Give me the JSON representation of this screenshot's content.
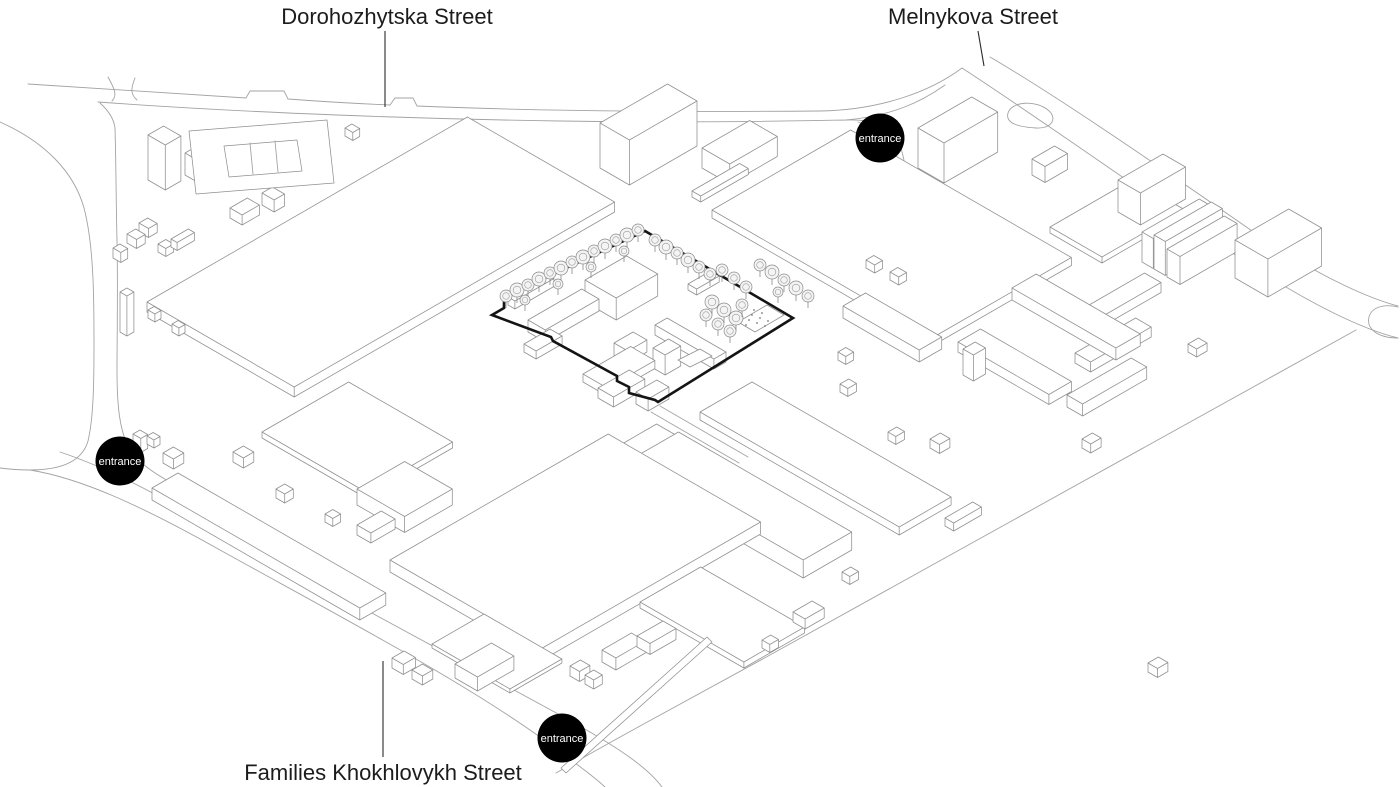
{
  "diagram": {
    "type": "axonometric-site-plan",
    "streets": {
      "dorohozhytska": "Dorohozhytska Street",
      "melnykova": "Melnykova Street",
      "khokhlovykh": "Families Khokhlovykh Street"
    },
    "entrances": [
      {
        "position": "north",
        "label": "entrance"
      },
      {
        "position": "west",
        "label": "entrance"
      },
      {
        "position": "south",
        "label": "entrance"
      }
    ],
    "colors": {
      "background": "#ffffff",
      "thin_line": "#8f8f8f",
      "road_line": "#a3a3a3",
      "site_outline": "#141414",
      "badge_background": "#000000",
      "badge_text": "#ffffff",
      "label_text": "#1c1c1c"
    }
  }
}
